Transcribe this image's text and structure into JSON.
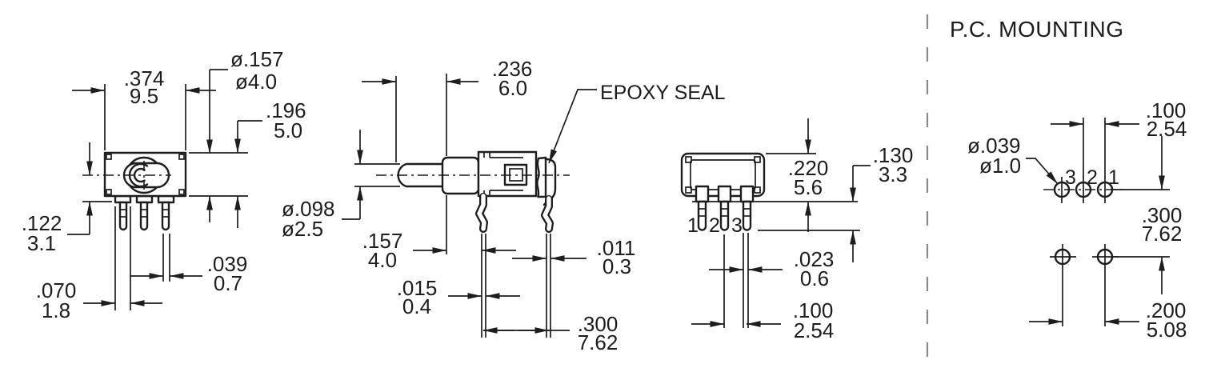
{
  "drawing": {
    "top_view": {
      "dims": {
        "body_width": {
          "in": ".374",
          "mm": "9.5"
        },
        "actuator_dia": {
          "in": "ø.157",
          "mm": "ø4.0"
        },
        "body_height": {
          "in": ".196",
          "mm": "5.0"
        },
        "center_to_stub": {
          "in": ".122",
          "mm": "3.1"
        },
        "stub_width": {
          "in": ".070",
          "mm": "1.8"
        },
        "pin_width": {
          "in": ".039",
          "mm": "0.7"
        }
      }
    },
    "side_view": {
      "epoxy_label": "EPOXY SEAL",
      "dims": {
        "lever_length": {
          "in": ".236",
          "mm": "6.0"
        },
        "lever_dia": {
          "in": "ø.098",
          "mm": "ø2.5"
        },
        "bushing_to_pin": {
          "in": ".157",
          "mm": "4.0"
        },
        "front_pin_thickness": {
          "in": ".015",
          "mm": "0.4"
        },
        "rear_pin_thickness": {
          "in": ".011",
          "mm": "0.3"
        },
        "pin_row_spacing": {
          "in": ".300",
          "mm": "7.62"
        }
      }
    },
    "front_view": {
      "pin_labels": [
        "1",
        "2",
        "3"
      ],
      "dims": {
        "shoulder_height": {
          "in": ".220",
          "mm": "5.6"
        },
        "pin_length": {
          "in": ".130",
          "mm": "3.3"
        },
        "pin_thickness": {
          "in": ".023",
          "mm": "0.6"
        },
        "pin_pitch": {
          "in": ".100",
          "mm": "2.54"
        }
      }
    },
    "pc_mounting": {
      "title": "P.C. MOUNTING",
      "hole_labels": [
        "3",
        "2",
        "1"
      ],
      "dims": {
        "hole_pitch": {
          "in": ".100",
          "mm": "2.54"
        },
        "hole_dia": {
          "in": "ø.039",
          "mm": "ø1.0"
        },
        "row_spacing": {
          "in": ".300",
          "mm": "7.62"
        },
        "col_spacing": {
          "in": ".200",
          "mm": "5.08"
        }
      }
    }
  }
}
